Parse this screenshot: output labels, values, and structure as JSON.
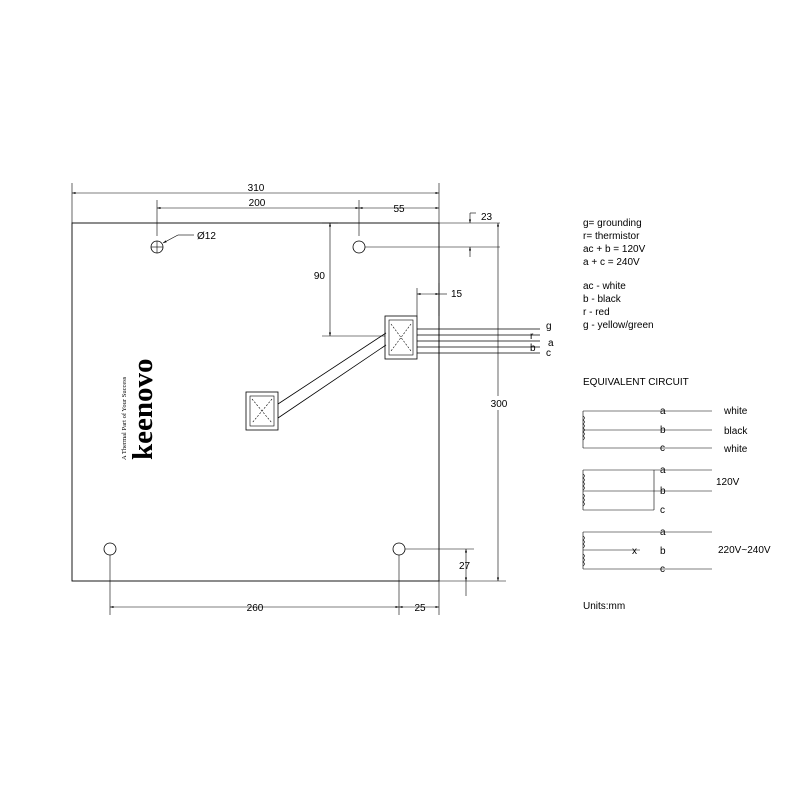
{
  "dimensions": {
    "width_total": "310",
    "hole_to_hole_top": "200",
    "top_right_offset": "55",
    "top_hole_offset": "23",
    "hole_diameter": "Ø12",
    "junction_drop": "90",
    "box_to_edge": "15",
    "height_total": "300",
    "bottom_hole_offset": "27",
    "hole_to_hole_bottom": "260",
    "bottom_right_offset": "25"
  },
  "brand": {
    "name": "keenovo",
    "tagline": "A Thermal Part of Your Success"
  },
  "wires": {
    "g": "g",
    "r": "r",
    "a": "a",
    "b": "b",
    "c": "c"
  },
  "legend": {
    "codes": [
      "g= grounding",
      "r= thermistor",
      "ac + b = 120V",
      "a + c = 240V"
    ],
    "colors": [
      "ac - white",
      "b - black",
      "r - red",
      "g - yellow/green"
    ]
  },
  "circuit": {
    "title": "EQUIVALENT CIRCUIT",
    "c1": {
      "a": "a",
      "b": "b",
      "c": "c",
      "a_color": "white",
      "b_color": "black",
      "c_color": "white"
    },
    "c2": {
      "a": "a",
      "b": "b",
      "c": "c",
      "voltage": "120V"
    },
    "c3": {
      "a": "a",
      "b": "b",
      "c": "c",
      "x": "x",
      "voltage": "220V~240V"
    }
  },
  "units": "Units:mm"
}
